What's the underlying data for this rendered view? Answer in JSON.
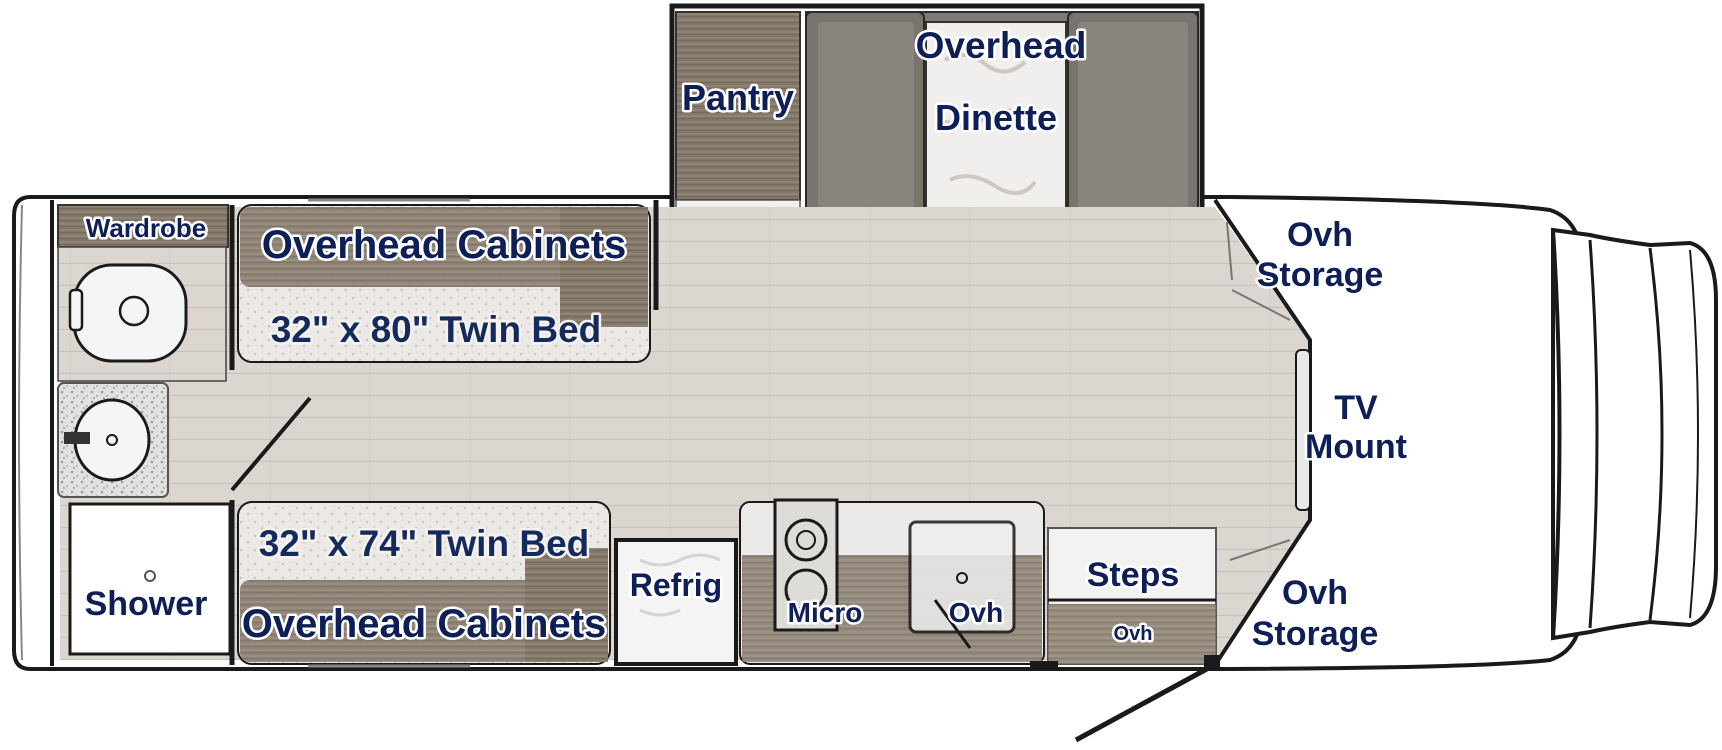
{
  "labels": {
    "pantry": "Pantry",
    "overhead_top": "Overhead",
    "dinette": "Dinette",
    "wardrobe": "Wardrobe",
    "overhead_cabinets_top": "Overhead Cabinets",
    "twin_bed_top": "32\" x 80\" Twin Bed",
    "ovh_storage_top_1": "Ovh",
    "ovh_storage_top_2": "Storage",
    "tv_mount_1": "TV",
    "tv_mount_2": "Mount",
    "shower": "Shower",
    "twin_bed_bottom": "32\" x 74\" Twin Bed",
    "overhead_cabinets_bottom": "Overhead Cabinets",
    "refrig": "Refrig",
    "micro": "Micro",
    "ovh_kitchen": "Ovh",
    "steps": "Steps",
    "ovh_steps": "Ovh",
    "ovh_storage_bottom_1": "Ovh",
    "ovh_storage_bottom_2": "Storage"
  },
  "colors": {
    "floor": "#dcd6d0",
    "floor_line": "#c6bfb8",
    "cabinet": "#8a7d71",
    "bed": "#e9e6e3",
    "dinette_seat": "#7a746f",
    "label": "#0d1f56"
  }
}
